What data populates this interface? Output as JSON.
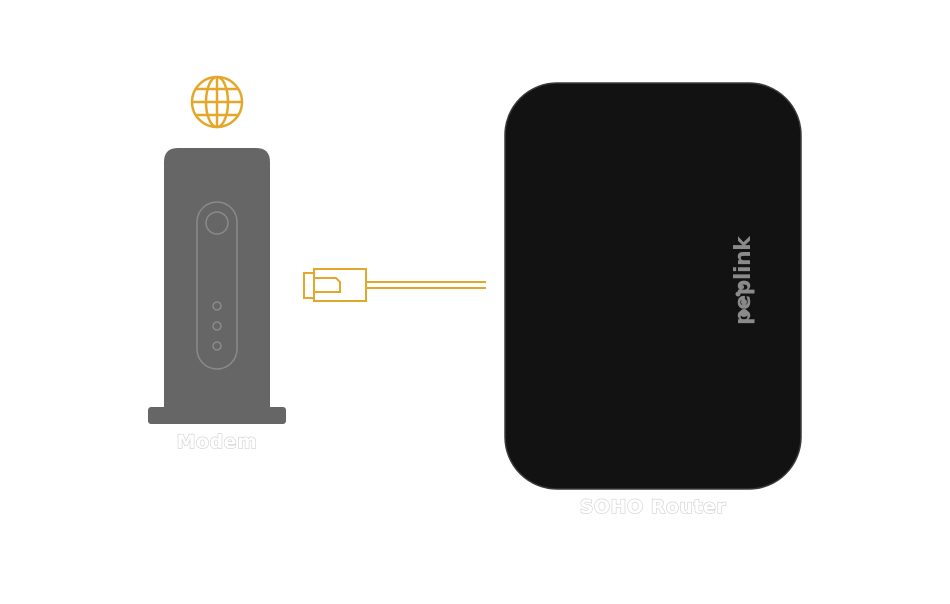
{
  "diagram": {
    "modem": {
      "label": "Modem",
      "internet_icon": "globe-icon"
    },
    "router": {
      "label": "SOHO Router",
      "brand": "peplink"
    },
    "cable": {
      "connector_icon": "ethernet-rj45-connector-icon"
    }
  },
  "colors": {
    "accent": "#E3A82B",
    "modem_body": "#666666",
    "modem_outline": "#8a8a8a",
    "router_body": "#121212",
    "router_outline": "#3a3a3a",
    "label_outline": "#cfcfcf",
    "brand": "#8a8a8a"
  }
}
